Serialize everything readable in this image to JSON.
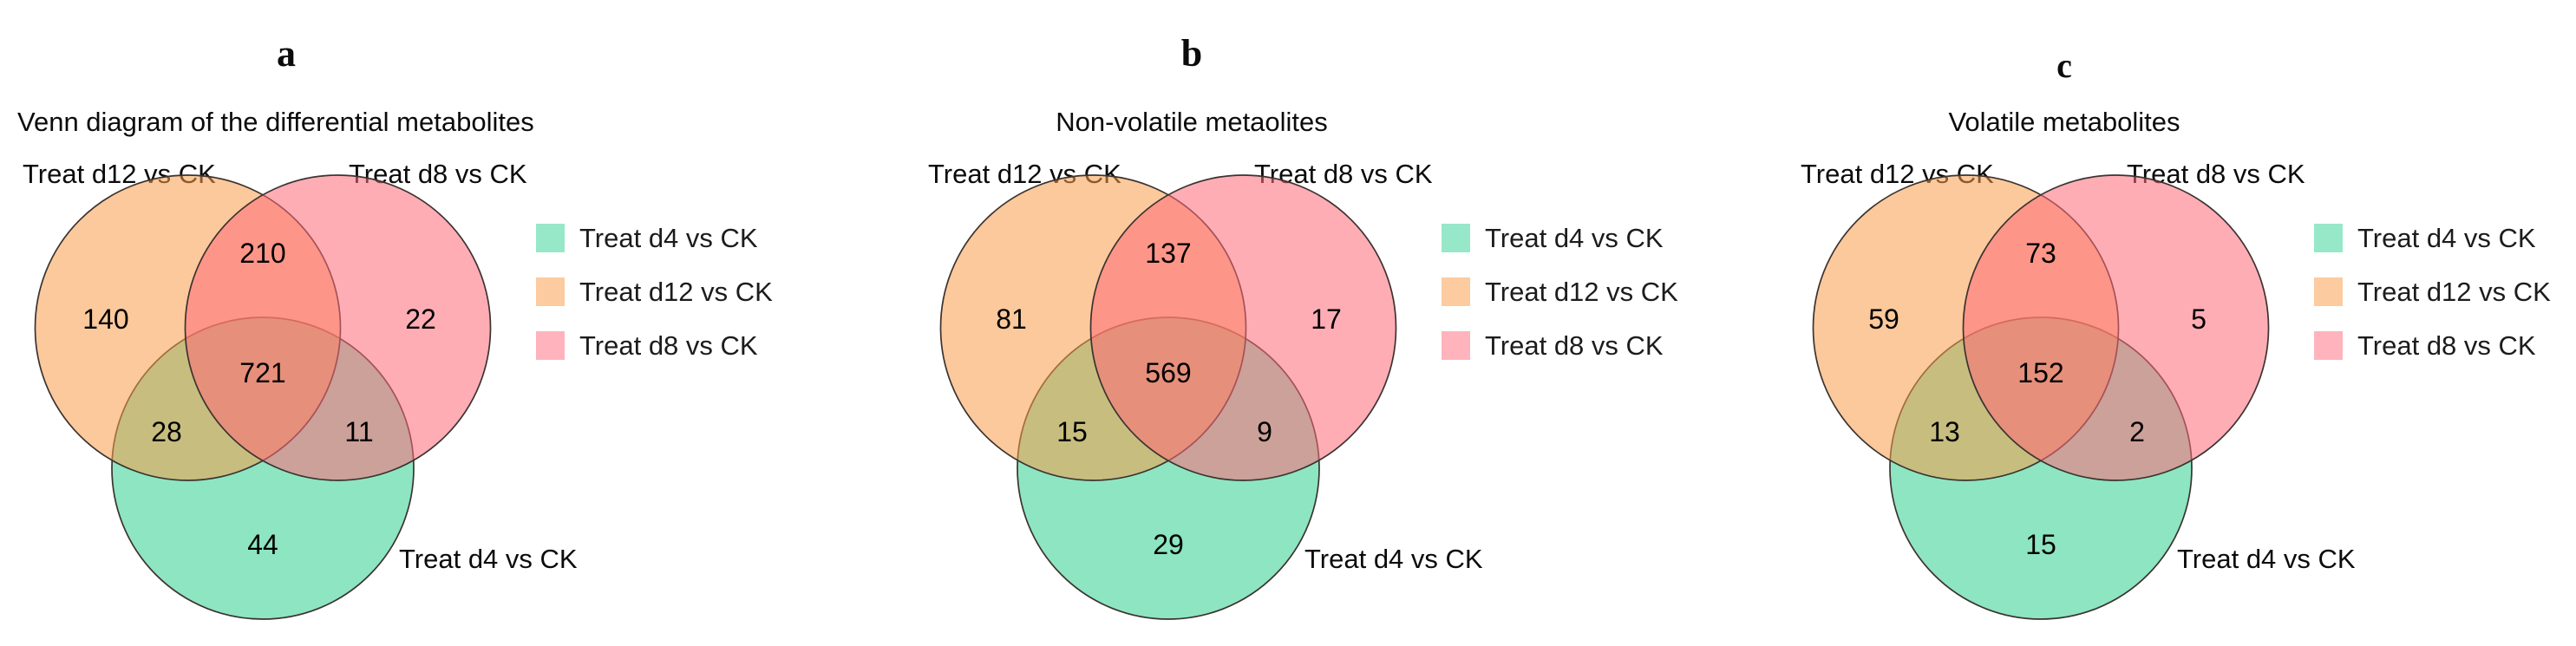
{
  "colors": {
    "background": "#ffffff",
    "circle_stroke": "#3b3330",
    "venn_d4_fill": "#8DE5C1",
    "venn_d12_fill": "#F79C49",
    "venn_d8_fill": "#FF6978",
    "legend_d4": "#97E8C8",
    "legend_d12": "#FCCBA0",
    "legend_d8": "#FFB3BC"
  },
  "panels": [
    {
      "letter": "a",
      "subtitle": "Venn diagram of the differential metabolites",
      "labels": {
        "top_left": "Treat d12 vs CK",
        "top_right": "Treat d8 vs CK",
        "bottom": "Treat d4 vs CK"
      },
      "counts": {
        "d12_only": "140",
        "d12_d8": "210",
        "d8_only": "22",
        "all_three": "721",
        "d12_d4": "28",
        "d8_d4": "11",
        "d4_only": "44"
      },
      "legend": [
        {
          "label": "Treat d4 vs CK",
          "color": "#97E8C8"
        },
        {
          "label": "Treat d12 vs CK",
          "color": "#FCCBA0"
        },
        {
          "label": "Treat d8 vs CK",
          "color": "#FFB3BC"
        }
      ]
    },
    {
      "letter": "b",
      "subtitle": "Non-volatile metaolites",
      "labels": {
        "top_left": "Treat d12 vs CK",
        "top_right": "Treat d8 vs CK",
        "bottom": "Treat d4 vs CK"
      },
      "counts": {
        "d12_only": "81",
        "d12_d8": "137",
        "d8_only": "17",
        "all_three": "569",
        "d12_d4": "15",
        "d8_d4": "9",
        "d4_only": "29"
      },
      "legend": [
        {
          "label": "Treat d4 vs CK",
          "color": "#97E8C8"
        },
        {
          "label": "Treat d12 vs CK",
          "color": "#FCCBA0"
        },
        {
          "label": "Treat d8 vs CK",
          "color": "#FFB3BC"
        }
      ]
    },
    {
      "letter": "c",
      "subtitle": "Volatile metabolites",
      "labels": {
        "top_left": "Treat d12 vs CK",
        "top_right": "Treat d8 vs CK",
        "bottom": "Treat d4 vs CK"
      },
      "counts": {
        "d12_only": "59",
        "d12_d8": "73",
        "d8_only": "5",
        "all_three": "152",
        "d12_d4": "13",
        "d8_d4": "2",
        "d4_only": "15"
      },
      "legend": [
        {
          "label": "Treat d4 vs CK",
          "color": "#97E8C8"
        },
        {
          "label": "Treat d12 vs CK",
          "color": "#FCCBA0"
        },
        {
          "label": "Treat d8 vs CK",
          "color": "#FFB3BC"
        }
      ]
    }
  ],
  "chart_data": [
    {
      "type": "table",
      "title": "Venn diagram of the differential metabolites",
      "sets": [
        "Treat d4 vs CK",
        "Treat d12 vs CK",
        "Treat d8 vs CK"
      ],
      "regions": {
        "d12_only": 140,
        "d8_only": 22,
        "d4_only": 44,
        "d12_and_d8": 210,
        "d12_and_d4": 28,
        "d8_and_d4": 11,
        "d12_and_d8_and_d4": 721
      }
    },
    {
      "type": "table",
      "title": "Non-volatile metaolites",
      "sets": [
        "Treat d4 vs CK",
        "Treat d12 vs CK",
        "Treat d8 vs CK"
      ],
      "regions": {
        "d12_only": 81,
        "d8_only": 17,
        "d4_only": 29,
        "d12_and_d8": 137,
        "d12_and_d4": 15,
        "d8_and_d4": 9,
        "d12_and_d8_and_d4": 569
      }
    },
    {
      "type": "table",
      "title": "Volatile metabolites",
      "sets": [
        "Treat d4 vs CK",
        "Treat d12 vs CK",
        "Treat d8 vs CK"
      ],
      "regions": {
        "d12_only": 59,
        "d8_only": 5,
        "d4_only": 15,
        "d12_and_d8": 73,
        "d12_and_d4": 13,
        "d8_and_d4": 2,
        "d12_and_d8_and_d4": 152
      }
    }
  ]
}
